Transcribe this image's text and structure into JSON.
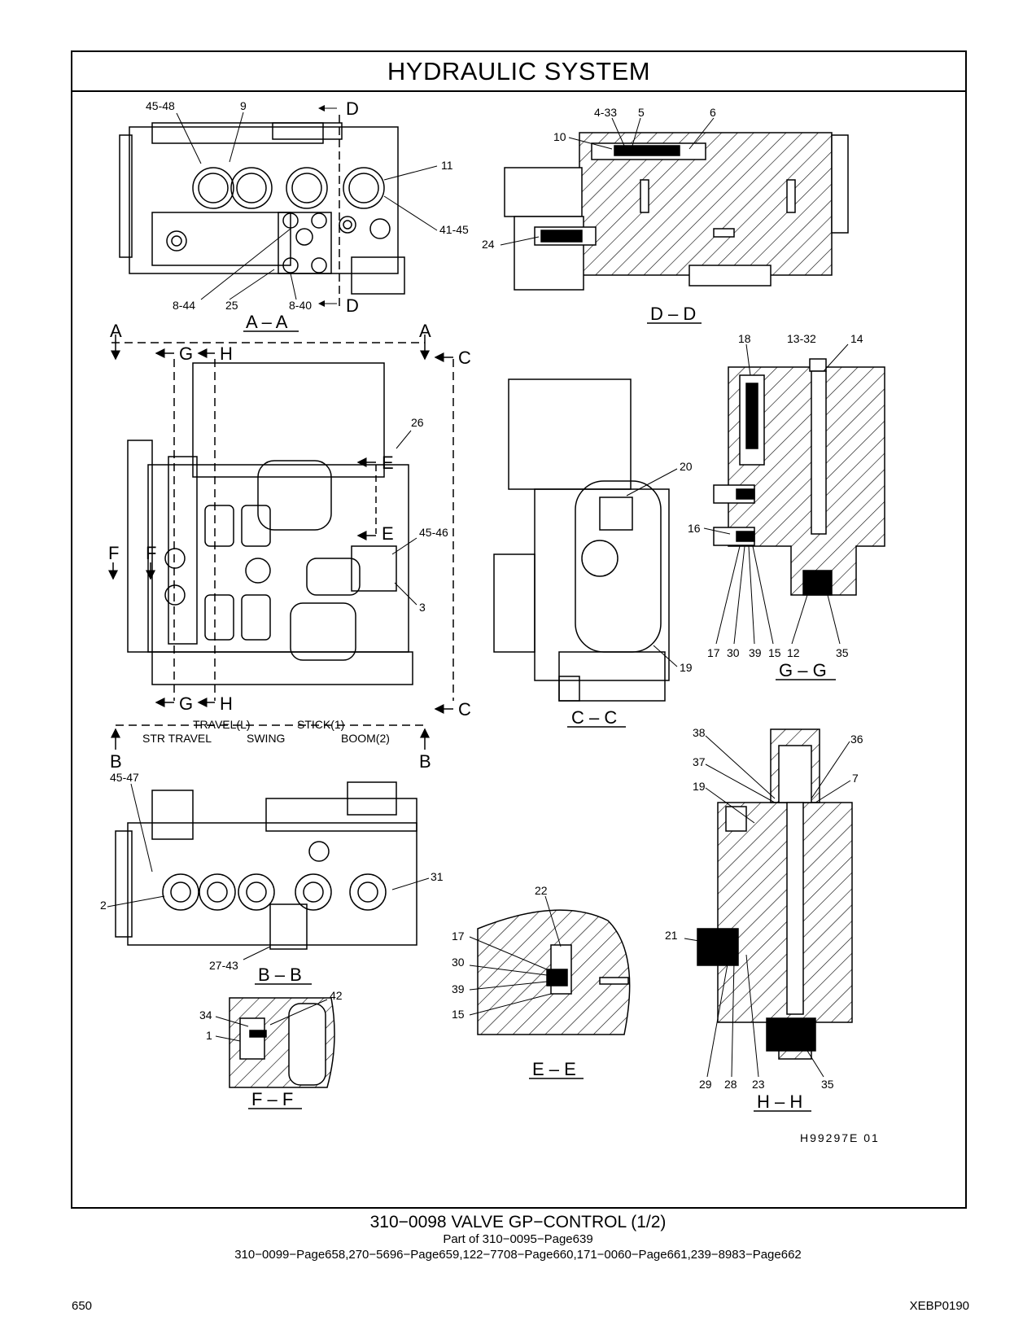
{
  "title": "HYDRAULIC   SYSTEM",
  "views": {
    "aa": {
      "caption": "A – A",
      "labels": [
        "45-48",
        "9",
        "11",
        "41-45",
        "8-44",
        "25",
        "8-40"
      ]
    },
    "dd": {
      "caption": "D – D",
      "labels": [
        "4-33",
        "5",
        "6",
        "10",
        "24"
      ]
    },
    "gg": {
      "caption": "G – G",
      "labels": [
        "18",
        "13-32",
        "14",
        "16",
        "17",
        "30",
        "39",
        "15",
        "12",
        "35"
      ]
    },
    "cc": {
      "caption": "C – C",
      "labels": [
        "20",
        "19"
      ]
    },
    "main": {
      "labels": [
        "26",
        "45-46",
        "3"
      ]
    },
    "bb": {
      "caption": "B – B",
      "labels": [
        "45-47",
        "31",
        "2",
        "27-43"
      ]
    },
    "ff": {
      "caption": "F – F",
      "labels": [
        "42",
        "34",
        "1"
      ]
    },
    "ee": {
      "caption": "E – E",
      "labels": [
        "22",
        "17",
        "30",
        "39",
        "15"
      ]
    },
    "hh": {
      "caption": "H – H",
      "labels": [
        "38",
        "36",
        "37",
        "7",
        "19",
        "21",
        "29",
        "28",
        "23",
        "35"
      ]
    }
  },
  "section_markers": {
    "A": "A",
    "B": "B",
    "C": "C",
    "D": "D",
    "E": "E",
    "F": "F",
    "G": "G",
    "H": "H"
  },
  "functions": {
    "travel_l": "TRAVEL(L)",
    "stick": "STICK(1)",
    "str_travel": "STR  TRAVEL",
    "swing": "SWING",
    "boom": "BOOM(2)"
  },
  "illustration_id": "H99297E    01",
  "caption_line1": "310−0098   VALVE   GP−CONTROL (1/2)",
  "caption_line2": "Part of 310−0095−Page639",
  "caption_line3": "310−0099−Page658,270−5696−Page659,122−7708−Page660,171−0060−Page661,239−8983−Page662",
  "page_number": "650",
  "doc_code": "XEBP0190"
}
